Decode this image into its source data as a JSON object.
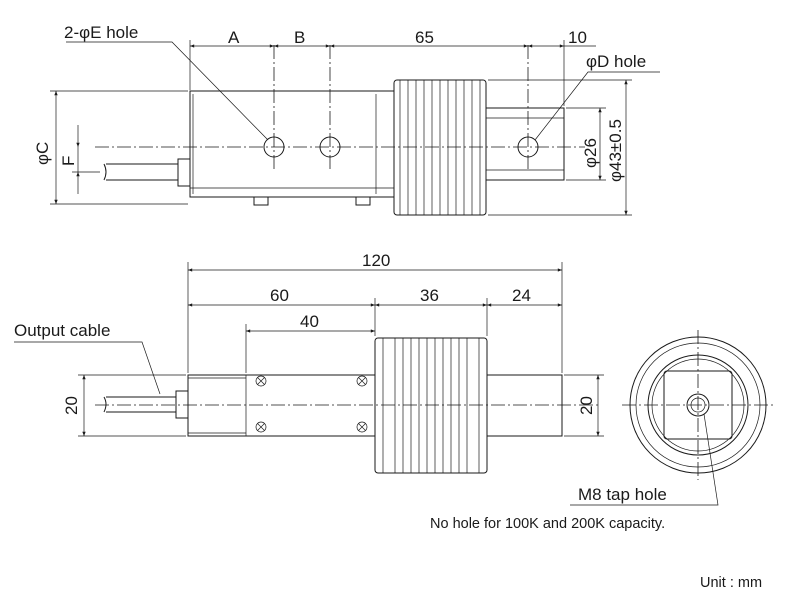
{
  "top_view": {
    "label_hole_e": "2-φE hole",
    "label_hole_d": "φD hole",
    "dim_a": "A",
    "dim_b": "B",
    "dim_65": "65",
    "dim_10": "10",
    "dim_phi_c": "φC",
    "dim_f": "F",
    "dim_phi26": "φ26",
    "dim_phi43": "φ43±0.5"
  },
  "side_view": {
    "dim_120": "120",
    "dim_60": "60",
    "dim_36": "36",
    "dim_24": "24",
    "dim_40": "40",
    "dim_20_left": "20",
    "dim_20_right": "20",
    "label_output_cable": "Output cable"
  },
  "end_view": {
    "label_tap_hole": "M8 tap hole",
    "note": "No hole for 100K and 200K capacity."
  },
  "unit": "Unit : mm"
}
